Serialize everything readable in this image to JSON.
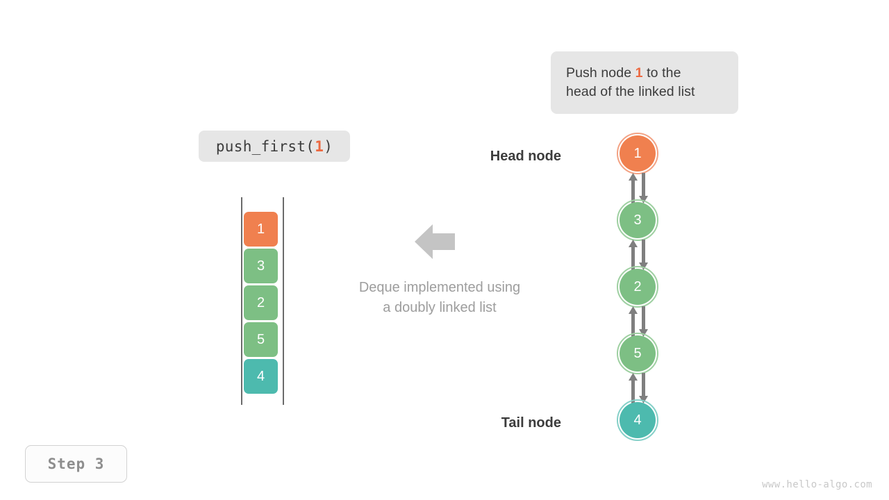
{
  "callout": {
    "text_before": "Push node ",
    "highlight": "1",
    "text_after": " to the",
    "text_line2": "head of the linked list",
    "bg_color": "#e6e6e6",
    "highlight_color": "#ec6941"
  },
  "code_label": {
    "prefix": "push_first(",
    "argument": "1",
    "suffix": ")",
    "bg_color": "#e6e6e6"
  },
  "deque": {
    "cells": [
      {
        "value": "1",
        "color": "#f0804f"
      },
      {
        "value": "3",
        "color": "#7dbf84"
      },
      {
        "value": "2",
        "color": "#7dbf84"
      },
      {
        "value": "5",
        "color": "#7dbf84"
      },
      {
        "value": "4",
        "color": "#4dbaae"
      }
    ],
    "rail_color": "#6b6b6b"
  },
  "middle": {
    "arrow_icon": "left-block-arrow",
    "arrow_color": "#c4c4c4",
    "caption_line1": "Deque implemented using",
    "caption_line2": "a doubly linked list",
    "caption_color": "#9d9d9d"
  },
  "linked_list": {
    "head_label": "Head node",
    "tail_label": "Tail node",
    "arrow_color": "#7f7f7f",
    "nodes": [
      {
        "value": "1",
        "color": "#f0804f",
        "ring": "#f3a385"
      },
      {
        "value": "3",
        "color": "#7dbf84",
        "ring": "#9fd0a2"
      },
      {
        "value": "2",
        "color": "#7dbf84",
        "ring": "#9fd0a2"
      },
      {
        "value": "5",
        "color": "#7dbf84",
        "ring": "#9fd0a2"
      },
      {
        "value": "4",
        "color": "#4dbaae",
        "ring": "#86d0c8"
      }
    ]
  },
  "step_badge": {
    "label": "Step 3"
  },
  "watermark": {
    "text": "www.hello-algo.com"
  }
}
